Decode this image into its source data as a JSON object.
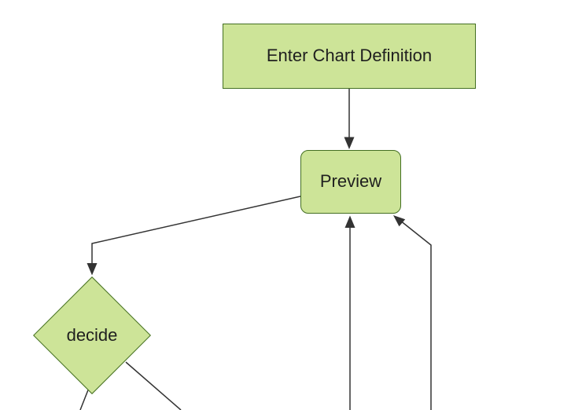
{
  "diagram": {
    "type": "flowchart",
    "colors": {
      "background": "#ffffff",
      "node_fill": "#cde498",
      "node_border": "#446f22",
      "edge": "#333333",
      "label": "#1f1f1f"
    },
    "nodes": [
      {
        "label": "Enter Chart Definition",
        "shape": "rectangle"
      },
      {
        "label": "Preview",
        "shape": "rounded-rectangle"
      },
      {
        "label": "decide",
        "shape": "diamond"
      }
    ],
    "edges": [
      {
        "from": "Enter Chart Definition",
        "to": "Preview",
        "arrowhead": true
      },
      {
        "from": "Preview",
        "to": "decide",
        "arrowhead": true
      },
      {
        "from": "offscreen bottom",
        "to": "Preview",
        "arrowhead": true
      },
      {
        "from": "offscreen bottom",
        "to": "Preview",
        "arrowhead": true
      },
      {
        "from": "decide",
        "to": "offscreen bottom left branch",
        "arrowhead": false
      },
      {
        "from": "decide",
        "to": "offscreen bottom right branch",
        "arrowhead": false
      }
    ]
  }
}
